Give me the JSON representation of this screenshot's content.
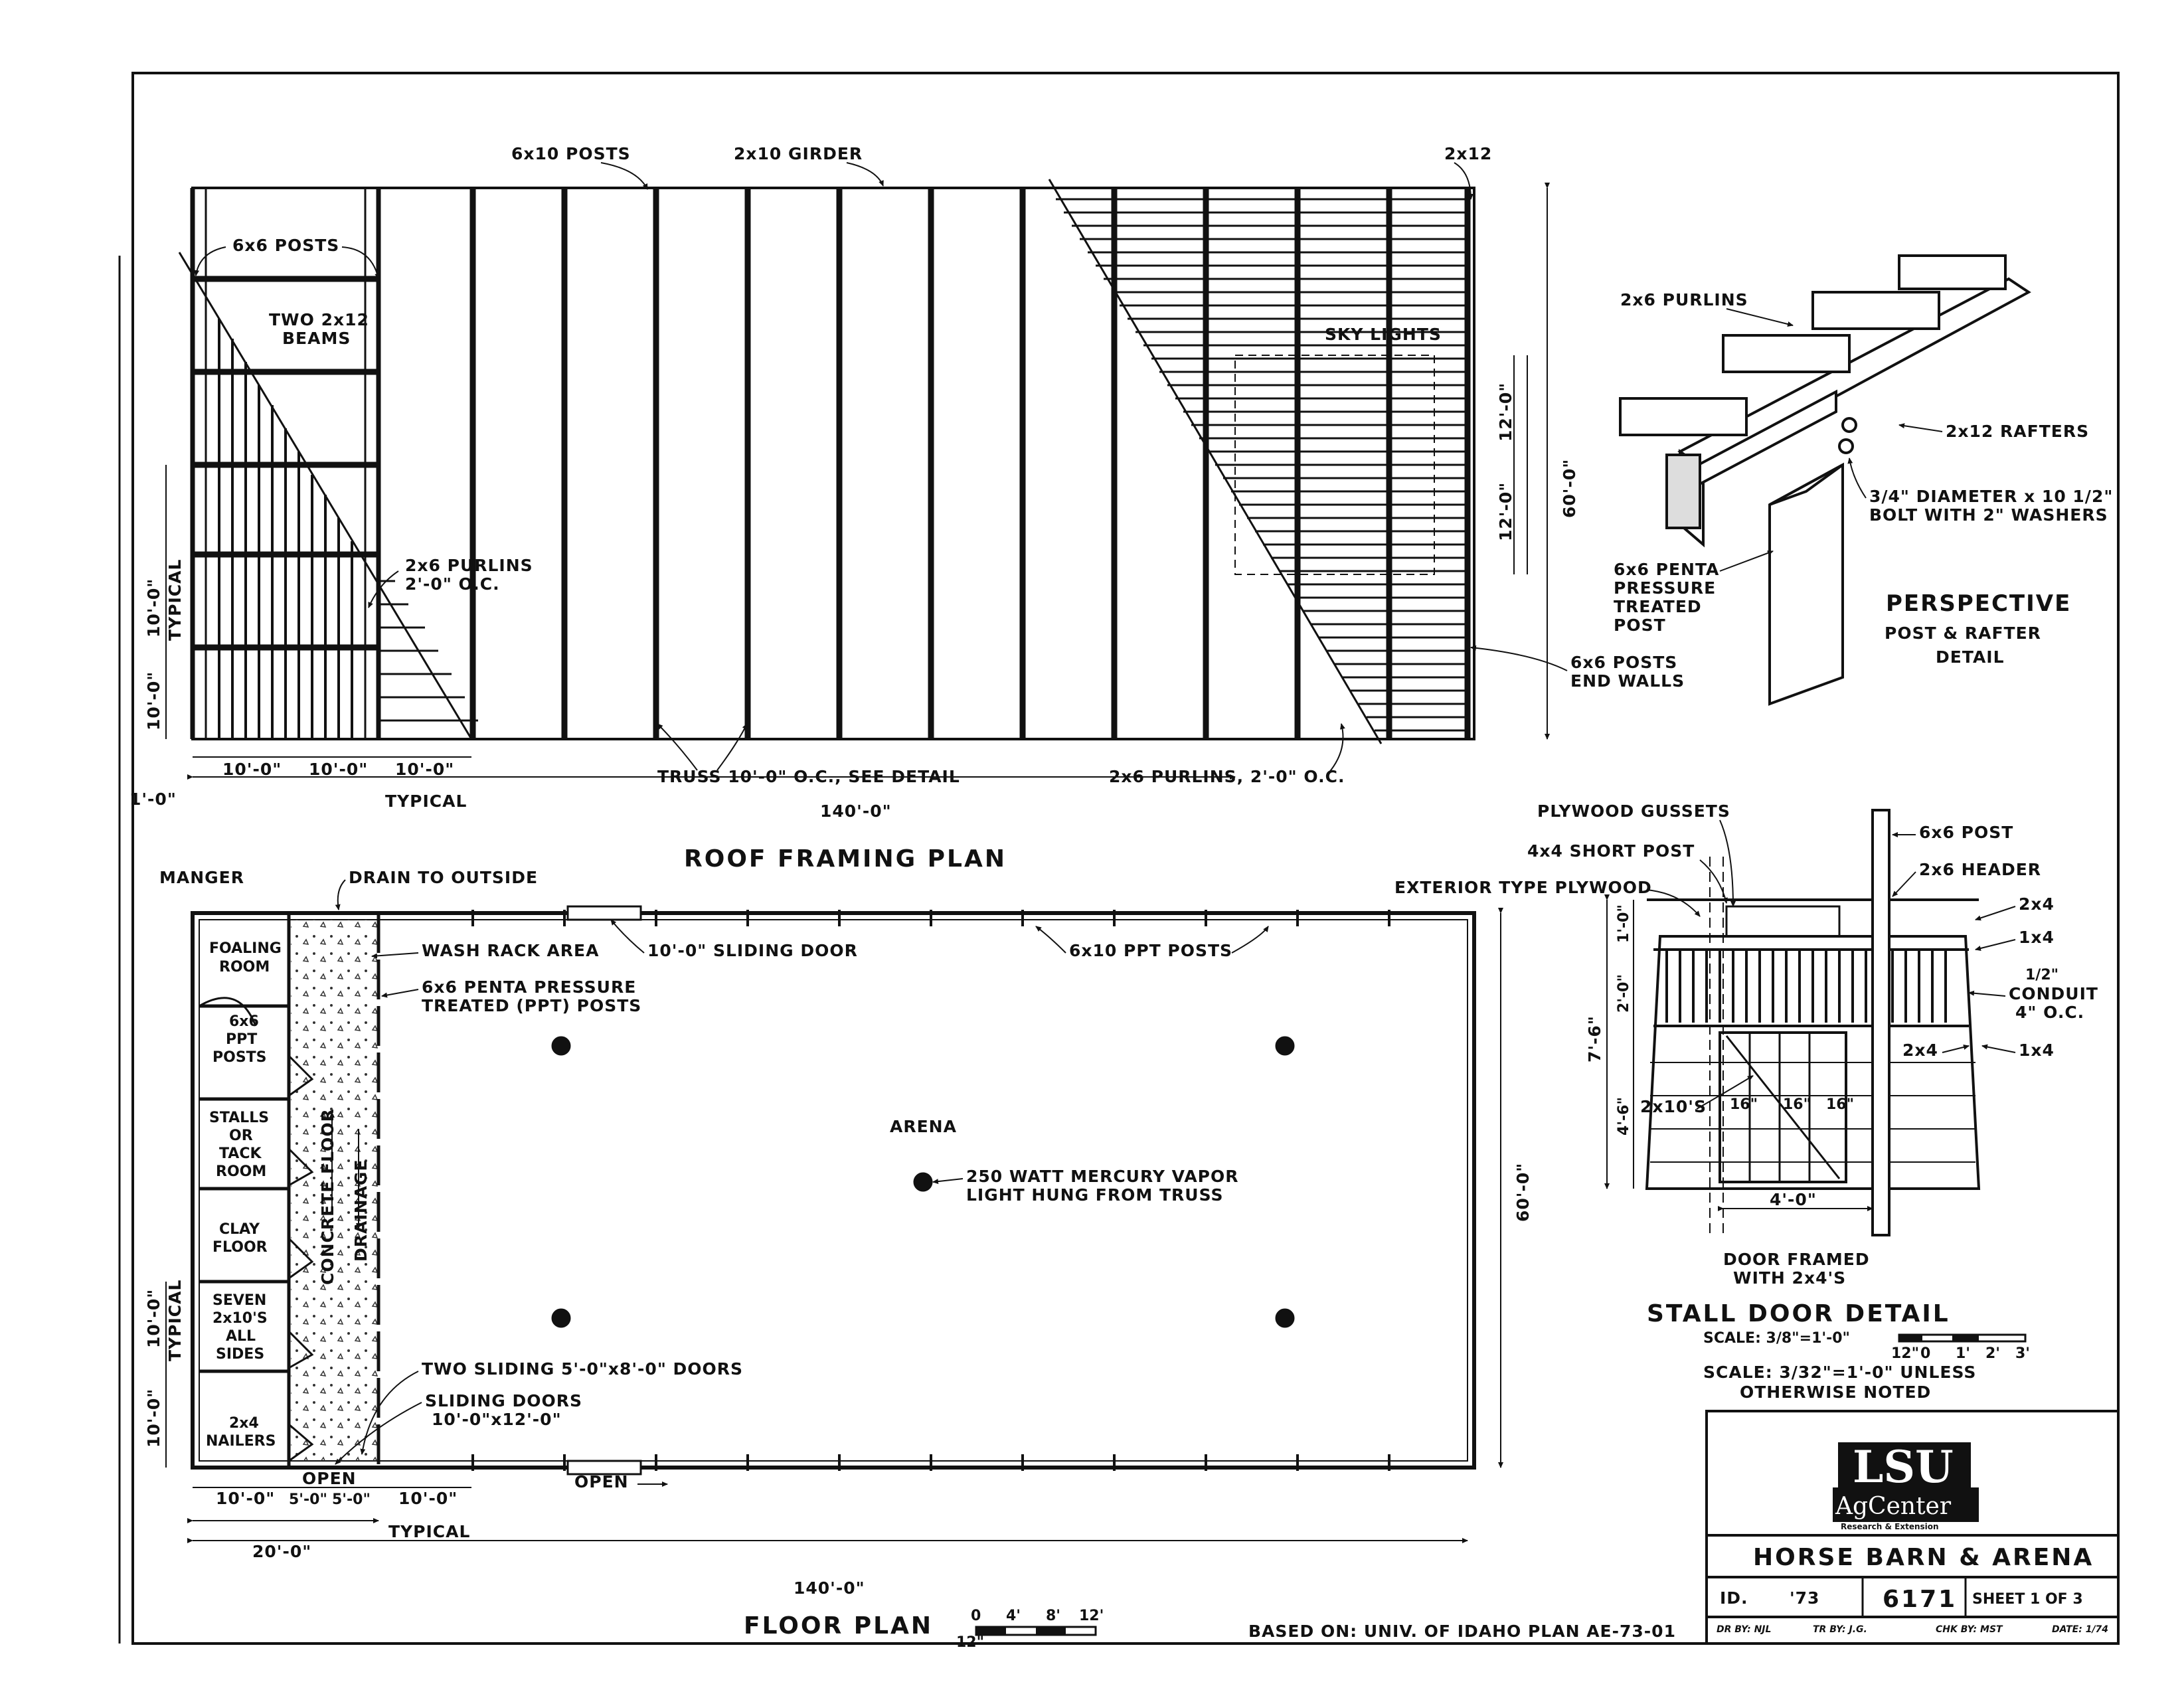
{
  "roof_framing_plan": {
    "title": "ROOF FRAMING PLAN",
    "labels": {
      "posts_6x10": "6x10 POSTS",
      "girder_2x10": "2x10 GIRDER",
      "end_2x12": "2x12",
      "posts_6x6": "6x6 POSTS",
      "beams_line1": "TWO 2x12",
      "beams_line2": "BEAMS",
      "sky_lights": "SKY LIGHTS",
      "purlins_line1": "2x6 PURLINS",
      "purlins_line2": "2'-0\" O.C.",
      "end_posts_line1": "6x6 POSTS",
      "end_posts_line2": "END WALLS",
      "truss_note": "TRUSS 10'-0\" O.C., SEE DETAIL",
      "purlins_note": "2x6 PURLINS, 2'-0\" O.C."
    },
    "dimensions": {
      "bay_1": "10'-0\"",
      "bay_2": "10'-0\"",
      "bay_3": "10'-0\"",
      "typical": "TYPICAL",
      "overhang": "1'-0\"",
      "length": "140'-0\"",
      "width": "60'-0\"",
      "skylight_1": "12'-0\"",
      "skylight_2": "12'-0\"",
      "vertical_1": "10'-0\"",
      "vertical_2": "10'-0\"",
      "vertical_typical": "TYPICAL"
    }
  },
  "perspective_detail": {
    "title_line1": "PERSPECTIVE",
    "title_line2": "POST & RAFTER",
    "title_line3": "DETAIL",
    "labels": {
      "purlins": "2x6 PURLINS",
      "rafters": "2x12 RAFTERS",
      "bolt_line1": "3/4\" DIAMETER x 10 1/2\"",
      "bolt_line2": "BOLT WITH 2\" WASHERS",
      "post_line1": "6x6 PENTA",
      "post_line2": "PRESSURE",
      "post_line3": "TREATED",
      "post_line4": "POST"
    }
  },
  "floor_plan": {
    "title": "FLOOR PLAN",
    "labels": {
      "manger": "MANGER",
      "drain": "DRAIN TO OUTSIDE",
      "wash_rack": "WASH RACK AREA",
      "sliding_door_top": "10'-0\" SLIDING DOOR",
      "ppt_posts_top": "6x10 PPT POSTS",
      "penta_line1": "6x6 PENTA PRESSURE",
      "penta_line2": "TREATED (PPT) POSTS",
      "foaling_line1": "FOALING",
      "foaling_line2": "ROOM",
      "ppt_line1": "6x6",
      "ppt_line2": "PPT",
      "ppt_line3": "POSTS",
      "stalls_line1": "STALLS",
      "stalls_line2": "OR",
      "stalls_line3": "TACK",
      "stalls_line4": "ROOM",
      "clay_line1": "CLAY",
      "clay_line2": "FLOOR",
      "seven_line1": "SEVEN",
      "seven_line2": "2x10'S",
      "seven_line3": "ALL",
      "seven_line4": "SIDES",
      "nailers_line1": "2x4",
      "nailers_line2": "NAILERS",
      "concrete_floor": "CONCRETE FLOOR",
      "drainage": "DRAINAGE",
      "arena": "ARENA",
      "light_line1": "250 WATT MERCURY VAPOR",
      "light_line2": "LIGHT HUNG FROM TRUSS",
      "two_sliding": "TWO SLIDING 5'-0\"x8'-0\" DOORS",
      "sliding_line1": "SLIDING DOORS",
      "sliding_line2": "10'-0\"x12'-0\"",
      "open_bottom": "OPEN",
      "open_aisle": "OPEN"
    },
    "dimensions": {
      "stall_width": "10'-0\"",
      "aisle_half_1": "5'-0\"",
      "aisle_half_2": "5'-0\"",
      "bay": "10'-0\"",
      "typical": "TYPICAL",
      "barn_width": "20'-0\"",
      "length": "140'-0\"",
      "width": "60'-0\"",
      "vertical_1": "10'-0\"",
      "vertical_2": "10'-0\"",
      "vertical_typical": "TYPICAL"
    },
    "scale_bar": [
      "0",
      "4'",
      "8'",
      "12'"
    ],
    "scale_bar_start": "12\""
  },
  "stall_door_detail": {
    "title": "STALL DOOR DETAIL",
    "scale": "SCALE: 3/8\"=1'-0\"",
    "scale_bar": [
      "12\"",
      "0",
      "1'",
      "2'",
      "3'"
    ],
    "labels": {
      "gussets": "PLYWOOD GUSSETS",
      "short_post": "4x4 SHORT POST",
      "ext_plywood": "EXTERIOR TYPE PLYWOOD",
      "post_6x6": "6x6 POST",
      "header_2x6": "2x6 HEADER",
      "top_2x4": "2x4",
      "top_1x4": "1x4",
      "conduit_line1": "1/2\"",
      "conduit_line2": "CONDUIT",
      "conduit_line3": "4\" O.C.",
      "mid_2x4": "2x4",
      "mid_1x4": "1x4",
      "boards": "2x10'S",
      "sp_1": "16\"",
      "sp_2": "16\"",
      "sp_3": "16\"",
      "door_width": "4'-0\"",
      "framed_line1": "DOOR FRAMED",
      "framed_line2": "WITH 2x4'S"
    },
    "dimensions": {
      "total": "7'-6\"",
      "top": "1'-0\"",
      "mid": "2'-0\"",
      "bottom": "4'-6\""
    }
  },
  "general_notes": {
    "scale_line1": "SCALE: 3/32\"=1'-0\" UNLESS",
    "scale_line2": "OTHERWISE NOTED",
    "based_on": "BASED ON: UNIV. OF IDAHO PLAN AE-73-01"
  },
  "title_block": {
    "logo_line1": "LSU",
    "logo_line2": "AgCenter",
    "logo_line3": "Research & Extension",
    "project": "HORSE BARN & ARENA",
    "state": "ID.",
    "year": "'73",
    "plan_number": "6171",
    "sheet": "SHEET 1 OF 3",
    "drawn_by": "DR BY: NJL",
    "traced_by": "TR BY: J.G.",
    "checked_by": "CHK BY: MST",
    "date": "DATE: 1/74"
  }
}
